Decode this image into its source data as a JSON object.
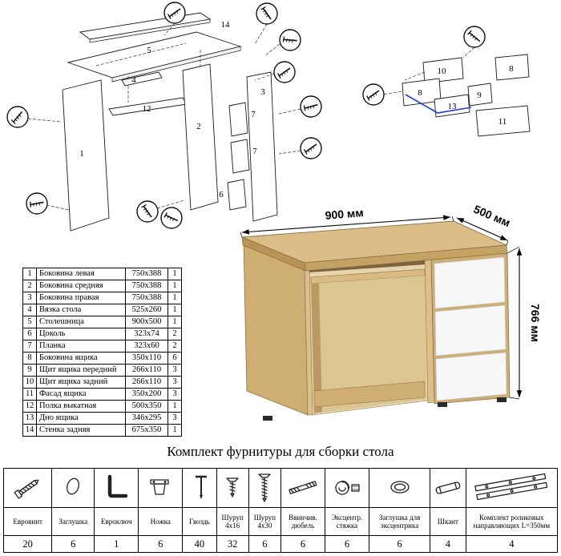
{
  "title": "Комплект фурнитуры для сборки стола",
  "desk": {
    "width": "900 мм",
    "depth": "500 мм",
    "height": "766 мм"
  },
  "exploded": {
    "left_labels": [
      "14",
      "5",
      "4",
      "12",
      "1",
      "2",
      "3",
      "7",
      "7",
      "6"
    ],
    "right_labels": [
      "10",
      "8",
      "8",
      "9",
      "13",
      "11"
    ]
  },
  "parts": {
    "rows": [
      {
        "num": "1",
        "name": "Боковина левая",
        "size": "750x388",
        "qty": "1"
      },
      {
        "num": "2",
        "name": "Боковина средняя",
        "size": "750x388",
        "qty": "1"
      },
      {
        "num": "3",
        "name": "Боковина правая",
        "size": "750x388",
        "qty": "1"
      },
      {
        "num": "4",
        "name": "Вязка стола",
        "size": "525x260",
        "qty": "1"
      },
      {
        "num": "5",
        "name": "Столешница",
        "size": "900x500",
        "qty": "1"
      },
      {
        "num": "6",
        "name": "Цоколь",
        "size": "323x74",
        "qty": "2"
      },
      {
        "num": "7",
        "name": "Планка",
        "size": "323x60",
        "qty": "2"
      },
      {
        "num": "8",
        "name": "Боковина ящика",
        "size": "350x110",
        "qty": "6"
      },
      {
        "num": "9",
        "name": "Щит ящика передний",
        "size": "266x110",
        "qty": "3"
      },
      {
        "num": "10",
        "name": "Щит ящика задний",
        "size": "266x110",
        "qty": "3"
      },
      {
        "num": "11",
        "name": "Фасад ящика",
        "size": "350x200",
        "qty": "3"
      },
      {
        "num": "12",
        "name": "Полка выкатная",
        "size": "500x350",
        "qty": "1"
      },
      {
        "num": "13",
        "name": "Дно ящика",
        "size": "346x295",
        "qty": "3"
      },
      {
        "num": "14",
        "name": "Стенка задняя",
        "size": "675x350",
        "qty": "1"
      }
    ]
  },
  "hardware": {
    "items": [
      {
        "icon": "confirmat-screw-icon",
        "label": "Евровинт",
        "qty": "20"
      },
      {
        "icon": "cap-icon",
        "label": "Заглушка",
        "qty": "6"
      },
      {
        "icon": "hex-key-icon",
        "label": "Евроключ",
        "qty": "1"
      },
      {
        "icon": "foot-icon",
        "label": "Ножка",
        "qty": "6"
      },
      {
        "icon": "nail-icon",
        "label": "Гвоздь",
        "qty": "40"
      },
      {
        "icon": "screw-4x16-icon",
        "label": "Шуруп 4х16",
        "qty": "32"
      },
      {
        "icon": "screw-4x30-icon",
        "label": "Шуруп 4х30",
        "qty": "6"
      },
      {
        "icon": "dowel-screw-icon",
        "label": "Ввинчив. дюбель",
        "qty": "6"
      },
      {
        "icon": "cam-lock-icon",
        "label": "Эксцентр. стяжка",
        "qty": "6"
      },
      {
        "icon": "cam-cap-icon",
        "label": "Заглушка для эксцентрика",
        "qty": "6"
      },
      {
        "icon": "wood-dowel-icon",
        "label": "Шкант",
        "qty": "4"
      },
      {
        "icon": "drawer-slides-icon",
        "label": "Комплект роликовых направляющих L=350мм",
        "qty": "4"
      }
    ]
  }
}
